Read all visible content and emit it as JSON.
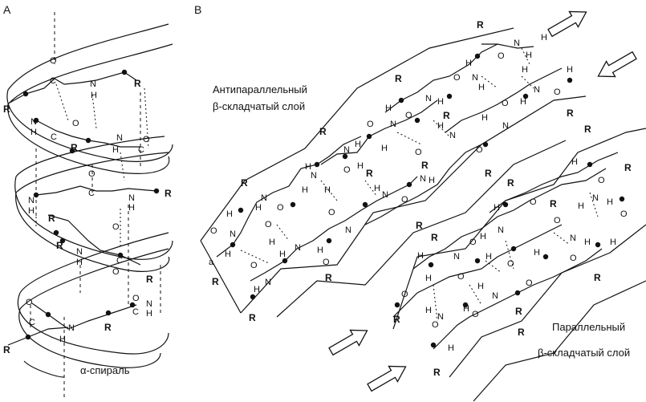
{
  "panels": {
    "a": {
      "letter": "A",
      "helix_label": "α-спираль"
    },
    "b": {
      "letter": "B",
      "antiparallel_line1": "Антипараллельный",
      "antiparallel_line2": "β-складчатый слой",
      "parallel_line1": "Параллельный",
      "parallel_line2": "β-складчатый слой",
      "alpha_carbon_mark": "a"
    }
  },
  "atoms": {
    "O": "O",
    "C": "C",
    "N": "N",
    "H": "H",
    "R": "R"
  },
  "colors": {
    "ink": "#111111",
    "background": "#ffffff"
  }
}
